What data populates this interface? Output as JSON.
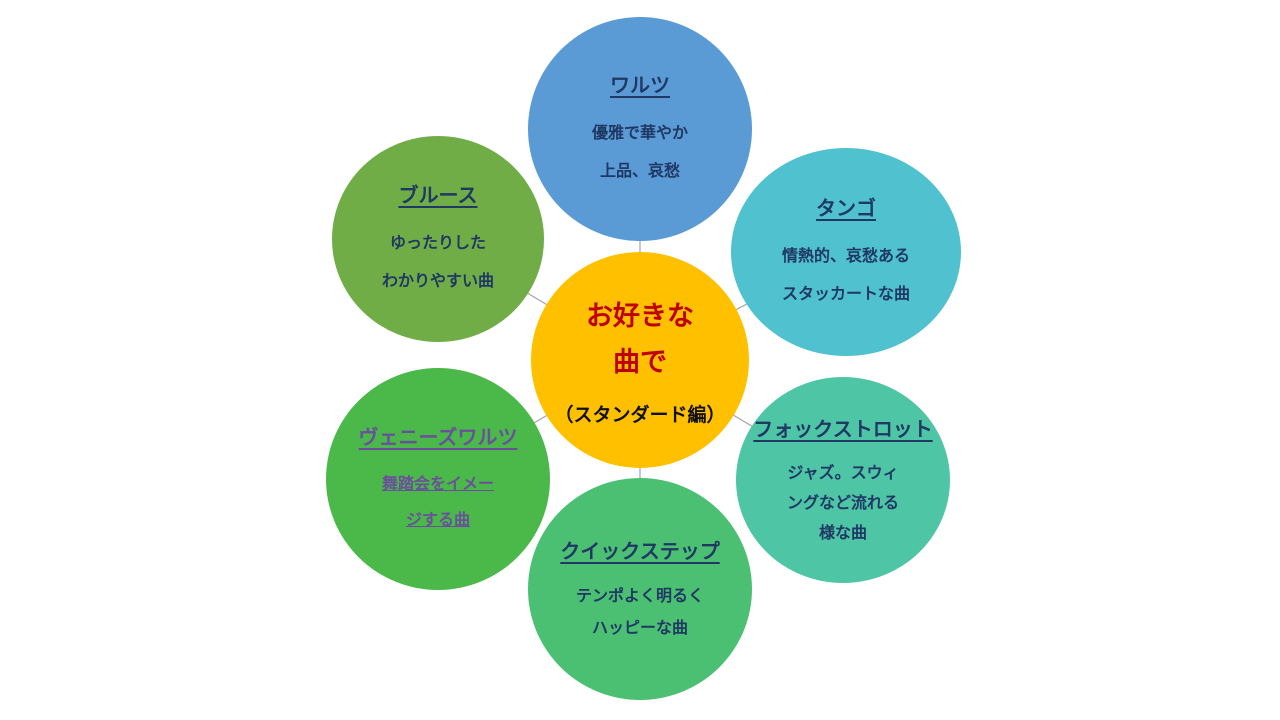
{
  "center": {
    "title": "お好きな\n曲で",
    "subtitle": "（スタンダード編）",
    "color": "#FFC000"
  },
  "nodes": [
    {
      "id": "waltz",
      "title": "ワルツ",
      "desc": "優雅で華やか\n上品、哀愁",
      "color": "#5B9BD5"
    },
    {
      "id": "tango",
      "title": "タンゴ",
      "desc": "情熱的、哀愁ある\nスタッカートな曲",
      "color": "#4FC1CF"
    },
    {
      "id": "foxtrot",
      "title": "フォックストロット",
      "desc": "ジャズ。スウィ\nングなど流れる\n様な曲",
      "color": "#4EC5A5"
    },
    {
      "id": "quickstep",
      "title": "クイックステップ",
      "desc": "テンポよく明るく\nハッピーな曲",
      "color": "#4CC072"
    },
    {
      "id": "viennese",
      "title": "ヴェニーズワルツ",
      "desc": "舞踏会をイメー\nジする曲",
      "color": "#4BB84A"
    },
    {
      "id": "blues",
      "title": "ブルース",
      "desc": "ゆったりした\nわかりやすい曲",
      "color": "#70AD47"
    }
  ]
}
